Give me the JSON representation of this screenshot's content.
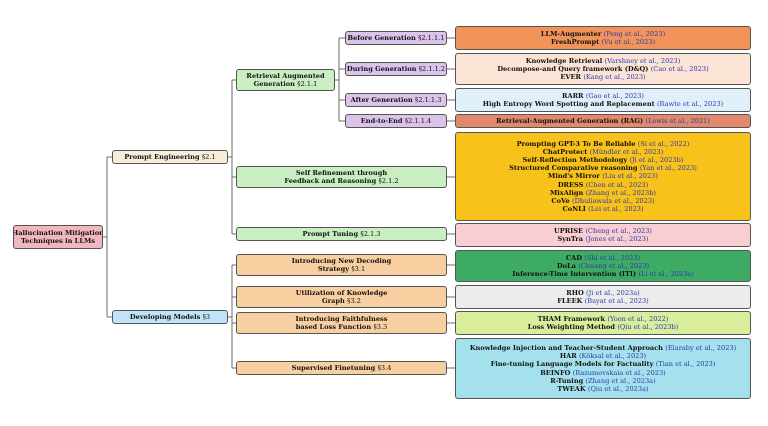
{
  "root": {
    "line1": "Hallucination Mitigation",
    "line2": "Techniques in LLMs"
  },
  "branches": {
    "prompt_engineering": {
      "label": "Prompt Engineering",
      "section": "§2.1"
    },
    "developing_models": {
      "label": "Developing Models",
      "section": "§3"
    }
  },
  "nodes": {
    "rag": {
      "line1": "Retrieval Augmented",
      "line2": "Generation",
      "section": "§2.1.1"
    },
    "before_gen": {
      "label": "Before Generation",
      "section": "§2.1.1.1"
    },
    "during_gen": {
      "label": "During Generation",
      "section": "§2.1.1.2"
    },
    "after_gen": {
      "label": "After Generation",
      "section": "§2.1.1.3"
    },
    "end_to_end": {
      "label": "End-to-End",
      "section": "§2.1.1.4"
    },
    "self_refine": {
      "line1": "Self Refinement through",
      "line2": "Feedback and Reasoning",
      "section": "§2.1.2"
    },
    "prompt_tuning": {
      "label": "Prompt Tuning",
      "section": "§2.1.3"
    },
    "decoding": {
      "line1": "Introducing New Decoding",
      "line2": "Strategy",
      "section": "§3.1"
    },
    "kg": {
      "line1": "Utilization of Knowledge",
      "line2": "Graph",
      "section": "§3.2"
    },
    "loss": {
      "line1": "Introducing Faithfulness",
      "line2": "based Loss Function",
      "section": "§3.3"
    },
    "sft": {
      "label": "Supervised Finetuning",
      "section": "§3.4"
    }
  },
  "leaves": {
    "before_gen": [
      {
        "name": "LLM-Augmenter",
        "ref": "(Peng et al., 2023)"
      },
      {
        "name": "FreshPrompt",
        "ref": "(Vu et al., 2023)"
      }
    ],
    "during_gen": [
      {
        "name": "Knowledge Retrieval",
        "ref": "(Varshney et al., 2023)"
      },
      {
        "name": "Decompose-and Query framework (D&Q)",
        "ref": "(Cao et al., 2023)"
      },
      {
        "name": "EVER",
        "ref": "(Kang et al., 2023)"
      }
    ],
    "after_gen": [
      {
        "name": "RARR",
        "ref": "(Gao et al., 2023)"
      },
      {
        "name": "High Entropy Word Spotting and Replacement",
        "ref": "(Rawte et al., 2023)"
      }
    ],
    "end_to_end": [
      {
        "name": "Retrieval-Augmented Generation (RAG)",
        "ref": "(Lewis et al., 2021)"
      }
    ],
    "self_refine": [
      {
        "name": "Prompting GPT-3 To Be Reliable",
        "ref": "(Si et al., 2022)"
      },
      {
        "name": "ChatProtect",
        "ref": "(Mündler et al., 2023)"
      },
      {
        "name": "Self-Reflection Methodology",
        "ref": "(Ji et al., 2023b)"
      },
      {
        "name": "Structured Comparative reasoning",
        "ref": "(Yan et al., 2023)"
      },
      {
        "name": "Mind's Mirror",
        "ref": "(Liu et al., 2023)"
      },
      {
        "name": "DRESS",
        "ref": "(Chen et al., 2023)"
      },
      {
        "name": "MixAlign",
        "ref": "(Zhang et al., 2023b)"
      },
      {
        "name": "CoVe",
        "ref": "(Dhuliawala et al., 2023)"
      },
      {
        "name": "CoNLI",
        "ref": "(Lei et al., 2023)"
      }
    ],
    "prompt_tuning": [
      {
        "name": "UPRISE",
        "ref": "(Cheng et al., 2023)"
      },
      {
        "name": "SynTra",
        "ref": "(Jones et al., 2023)"
      }
    ],
    "decoding": [
      {
        "name": "CAD",
        "ref": "(Shi et al., 2023)"
      },
      {
        "name": "DoLa",
        "ref": "(Chuang et al., 2023)"
      },
      {
        "name": "Inference-Time Intervention (ITI)",
        "ref": "(Li et al., 2023a)"
      }
    ],
    "kg": [
      {
        "name": "RHO",
        "ref": "(Ji et al., 2023a)"
      },
      {
        "name": "FLEEK",
        "ref": "(Bayat et al., 2023)"
      }
    ],
    "loss": [
      {
        "name": "THAM Framework",
        "ref": "(Yoon et al., 2022)"
      },
      {
        "name": "Loss Weighting Method",
        "ref": "(Qiu et al., 2023b)"
      }
    ],
    "sft": [
      {
        "name": "Knowledge Injection and Teacher-Student Approach",
        "ref": "(Elaraby et al., 2023)"
      },
      {
        "name": "HAR",
        "ref": "(Köksal et al., 2023)"
      },
      {
        "name": "Fine-tuning Language Models for Factuality",
        "ref": "(Tian et al., 2023)"
      },
      {
        "name": "BEINFO",
        "ref": "(Razumovskaia et al., 2023)"
      },
      {
        "name": "R-Tuning",
        "ref": "(Zhang et al., 2023a)"
      },
      {
        "name": "TWEAK",
        "ref": "(Qiu et al., 2023a)"
      }
    ]
  }
}
